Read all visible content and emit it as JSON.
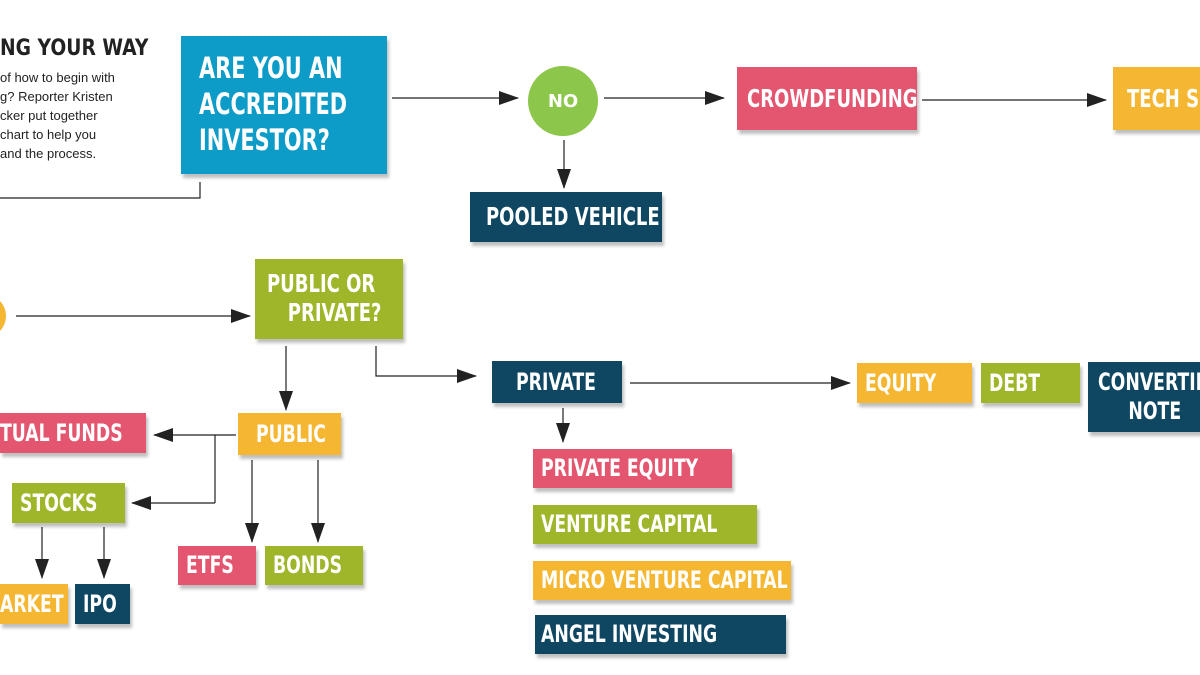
{
  "intro": {
    "title": "NG YOUR WAY",
    "lines": [
      "of how to begin with",
      "g? Reporter Kristen",
      "cker put together",
      "chart to help you",
      "and the process."
    ]
  },
  "nodes": {
    "accredited": "ARE YOU AN ACCREDITED INVESTOR?",
    "accredited_lines": [
      "ARE YOU AN",
      "ACCREDITED",
      "INVESTOR?"
    ],
    "no": "NO",
    "crowdfunding": "CROWDFUNDING",
    "tech_sites": "TECH SI",
    "pooled_vehicle": "POOLED VEHICLE",
    "public_or_private_lines": [
      "PUBLIC OR",
      "PRIVATE?"
    ],
    "private": "PRIVATE",
    "equity": "EQUITY",
    "debt": "DEBT",
    "convertible_note_lines": [
      "CONVERTIB",
      "NOTE"
    ],
    "mutual_funds": "TUAL FUNDS",
    "public": "PUBLIC",
    "stocks": "STOCKS",
    "etfs": "ETFS",
    "bonds": "BONDS",
    "market": "ARKET",
    "ipo": "IPO",
    "private_equity": "PRIVATE EQUITY",
    "venture_capital": "VENTURE CAPITAL",
    "micro_venture_capital": "MICRO VENTURE CAPITAL",
    "angel_investing": "ANGEL INVESTING"
  },
  "colors": {
    "blue": "#0d9bc7",
    "pink": "#e4566f",
    "yellow": "#f5b731",
    "green": "#9fb52a",
    "navy": "#0f4763",
    "no_circle": "#8cc64b",
    "yes_circle": "#f5b731",
    "arrows": "#222222"
  }
}
